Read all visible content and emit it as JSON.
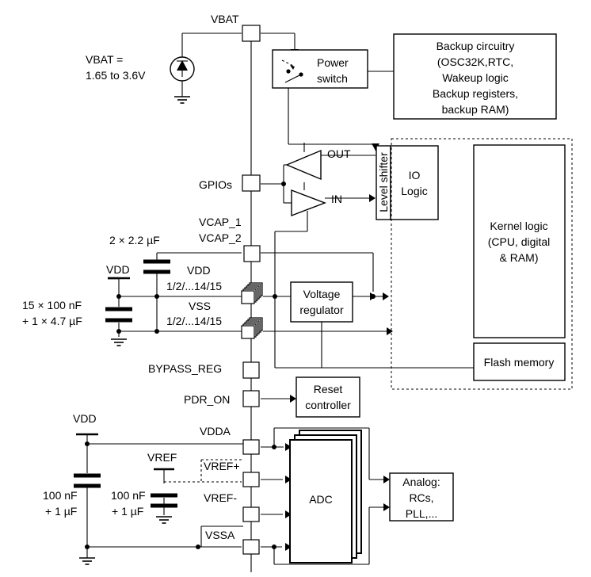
{
  "pins": {
    "vbat": "VBAT",
    "gpios": "GPIOs",
    "vcap1": "VCAP_1",
    "vcap2": "VCAP_2",
    "vdd_pins": "VDD",
    "vdd_range": "1/2/...14/15",
    "vss_pins": "VSS",
    "vss_range": "1/2/...14/15",
    "bypass_reg": "BYPASS_REG",
    "pdr_on": "PDR_ON",
    "vdda": "VDDA",
    "vref_plus": "VREF+",
    "vref_minus": "VREF-",
    "vssa": "VSSA"
  },
  "sources": {
    "vbat_label": "VBAT =",
    "vbat_range": "1.65 to 3.6V",
    "vdd_top": "VDD",
    "vdd_bottom": "VDD",
    "vref": "VREF"
  },
  "capacitors": {
    "vcap": "2 × 2.2 µF",
    "vdd_decoupling_1": "15 × 100 nF",
    "vdd_decoupling_2": "+ 1 × 4.7 µF",
    "vdda_1": "100 nF",
    "vdda_2": "+ 1 µF",
    "vref_1": "100 nF",
    "vref_2": "+ 1 µF"
  },
  "blocks": {
    "power_switch_1": "Power",
    "power_switch_2": "switch",
    "backup": [
      "Backup circuitry",
      "(OSC32K,RTC,",
      "Wakeup logic",
      "Backup registers,",
      "backup RAM)"
    ],
    "level_shifter": "Level shifter",
    "io_logic_1": "IO",
    "io_logic_2": "Logic",
    "kernel": [
      "Kernel logic",
      "(CPU, digital",
      "& RAM)"
    ],
    "voltage_regulator_1": "Voltage",
    "voltage_regulator_2": "regulator",
    "flash": "Flash memory",
    "reset_1": "Reset",
    "reset_2": "controller",
    "adc": "ADC",
    "analog": [
      "Analog:",
      "RCs,",
      "PLL,..."
    ]
  },
  "signals": {
    "out": "OUT",
    "in": "IN"
  }
}
